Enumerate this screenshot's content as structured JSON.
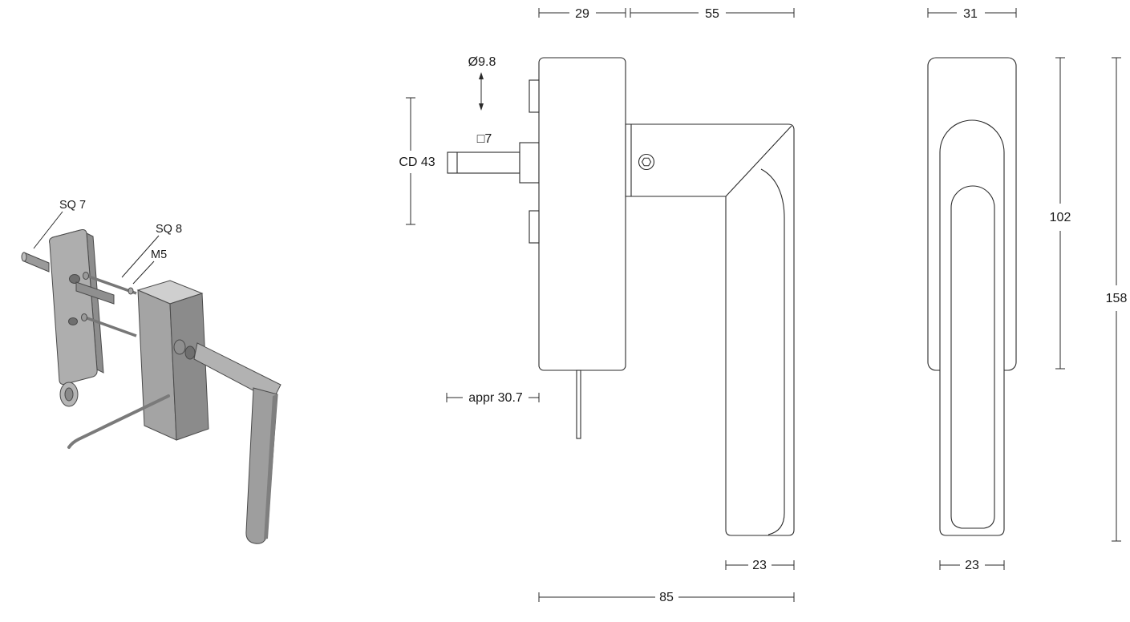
{
  "iso_view": {
    "label_sq7": "SQ 7",
    "label_sq8": "SQ 8",
    "label_m5": "M5"
  },
  "side_view": {
    "dim_plate_depth_top": "29",
    "dim_arm_length_top": "55",
    "dim_spindle_diameter": "Ø9.8",
    "dim_spindle_square": "□7",
    "dim_center_distance": "CD 43",
    "dim_spindle_length": "appr 30.7",
    "dim_grip_thickness_bottom": "23",
    "dim_total_depth_bottom": "85"
  },
  "front_view": {
    "dim_plate_width_top": "31",
    "dim_plate_height": "102",
    "dim_total_height": "158",
    "dim_grip_width_bottom": "23"
  }
}
